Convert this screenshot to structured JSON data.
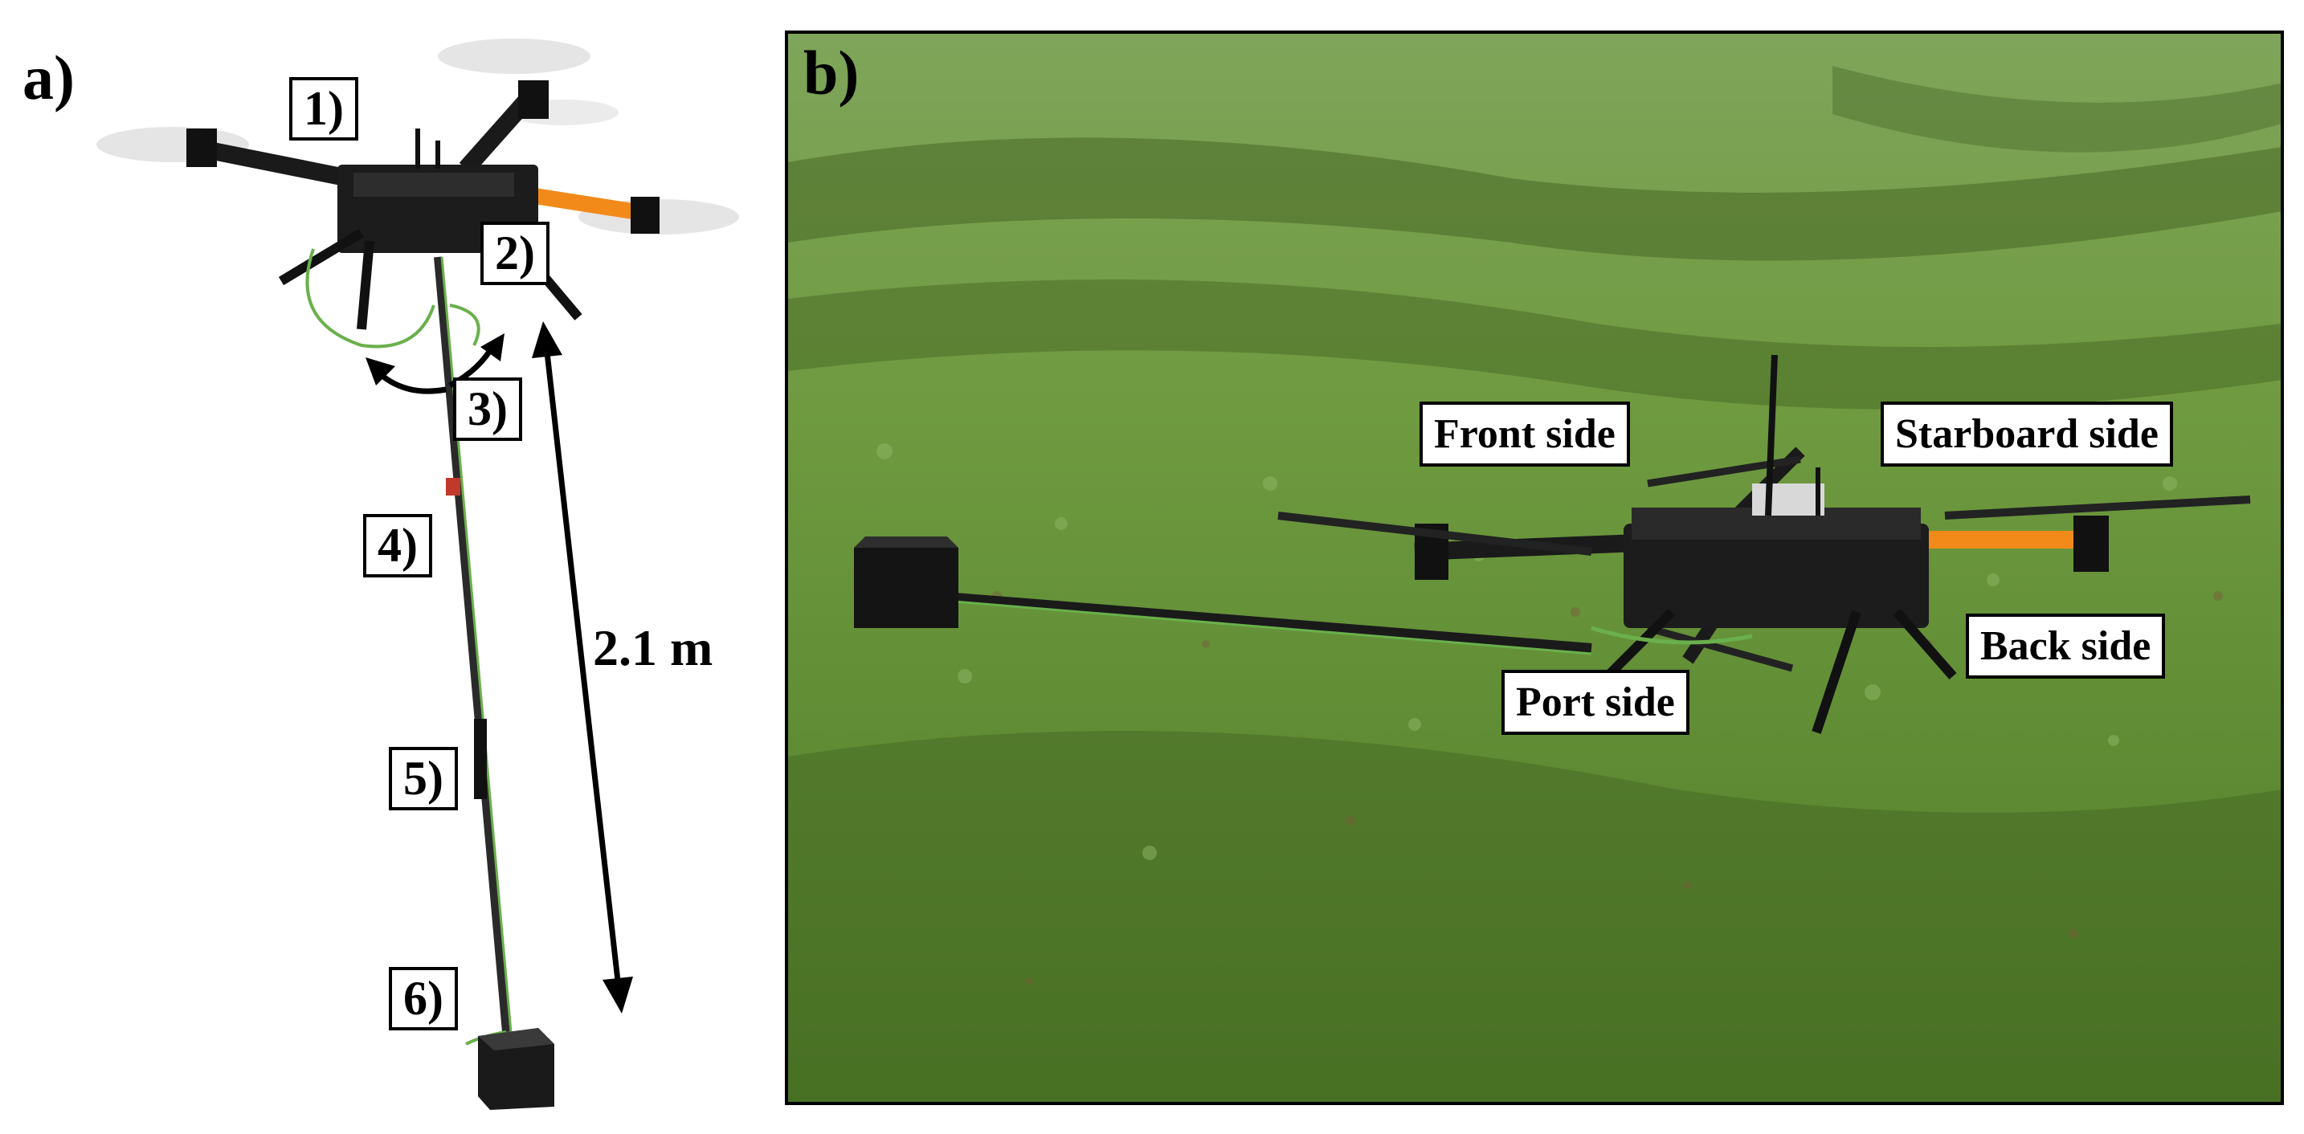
{
  "panels": {
    "a": {
      "label": "a)",
      "callouts": [
        "1)",
        "2)",
        "3)",
        "4)",
        "5)",
        "6)"
      ],
      "dimension": "2.1 m"
    },
    "b": {
      "label": "b)",
      "sides": {
        "front": "Front side",
        "starboard": "Starboard side",
        "back": "Back side",
        "port": "Port side"
      }
    }
  },
  "colors": {
    "grass": "#5f8a32",
    "shadow": "#3d5a1c",
    "frame": "#111111",
    "arm_orange": "#f28a1a"
  }
}
